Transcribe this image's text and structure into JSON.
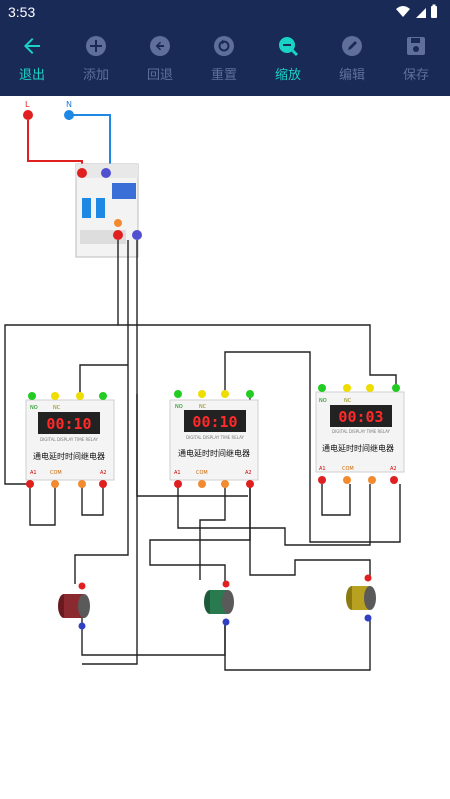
{
  "status": {
    "time": "3:53"
  },
  "toolbar": {
    "exit": "退出",
    "add": "添加",
    "undo": "回退",
    "reset": "重置",
    "zoom": "缩放",
    "edit": "编辑",
    "save": "保存"
  },
  "colors": {
    "accent": "#19d3c5",
    "bar": "#1a2a57",
    "disabled": "#5f6f9a"
  },
  "diagram": {
    "l_label": "L",
    "n_label": "N",
    "relays": [
      {
        "display": "00:10",
        "name": "通电延时时间继电器",
        "model": "DIGITAL DISPLAY TIME RELAY",
        "term_left": "A1",
        "term_right": "A2",
        "com": "COM",
        "no": "NO",
        "nc": "NC"
      },
      {
        "display": "00:10",
        "name": "通电延时时间继电器",
        "model": "DIGITAL DISPLAY TIME RELAY",
        "term_left": "A1",
        "term_right": "A2",
        "com": "COM",
        "no": "NO",
        "nc": "NC"
      },
      {
        "display": "00:03",
        "name": "通电延时时间继电器",
        "model": "DIGITAL DISPLAY TIME RELAY",
        "term_left": "A1",
        "term_right": "A2",
        "com": "COM",
        "no": "NO",
        "nc": "NC"
      }
    ]
  }
}
